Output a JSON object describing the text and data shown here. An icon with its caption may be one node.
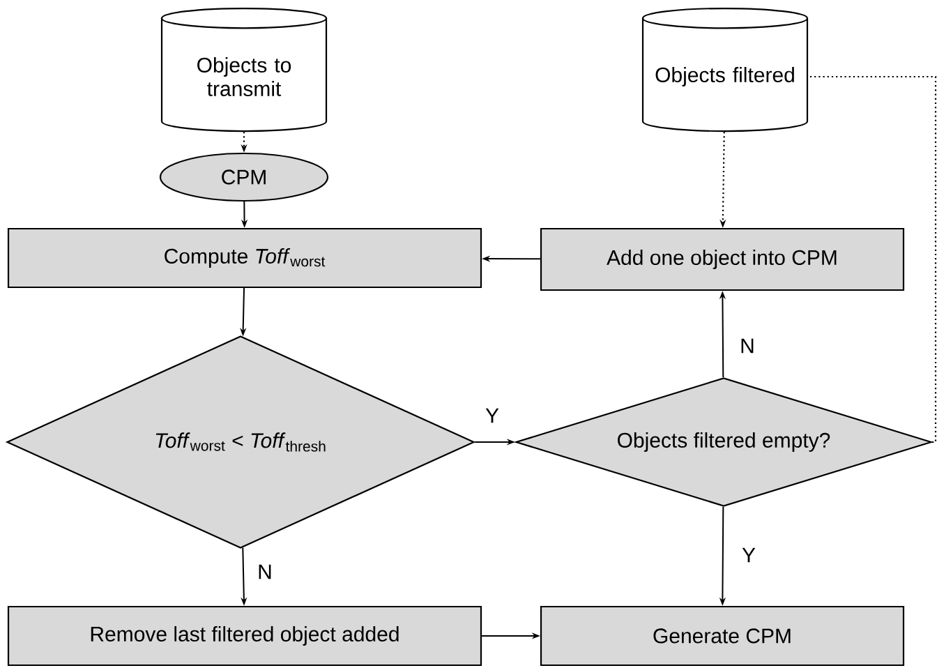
{
  "diagram": {
    "nodes": [
      {
        "text": [
          "Objects to transmit"
        ]
      },
      {
        "text": [
          "Objects filtered"
        ]
      },
      {
        "text": [
          "CPM"
        ]
      },
      {
        "text": [
          "Compute *Toff*$_{worst}$"
        ]
      },
      {
        "text": [
          "Add one object into CPM"
        ]
      },
      {
        "text": [
          "*Toff*$_{worst}$ < *Toff*$_{thresh}$"
        ]
      },
      {
        "text": [
          "Objects filtered empty?"
        ]
      },
      {
        "text": [
          "Remove last filtered object added"
        ]
      },
      {
        "text": [
          "Generate CPM"
        ]
      }
    ],
    "edges": [
      {
        "from": 0,
        "to": 2,
        "arrow": "to",
        "style": "dashed"
      },
      {
        "from": 2,
        "to": 3,
        "arrow": "to"
      },
      {
        "from": 1,
        "to": 4,
        "arrow": "to",
        "style": "dashed"
      },
      {
        "from": 4,
        "to": 3,
        "arrow": "to"
      },
      {
        "from": 3,
        "to": 5,
        "arrow": "to"
      },
      {
        "from": 5,
        "to": 6,
        "arrow": "to",
        "label": "Y"
      },
      {
        "from": 6,
        "to": 4,
        "arrow": "to",
        "label": "N"
      },
      {
        "from": 6,
        "to": 8,
        "arrow": "to",
        "label": "Y"
      },
      {
        "from": 5,
        "to": 7,
        "arrow": "to",
        "label": "N"
      },
      {
        "from": 7,
        "to": 8,
        "arrow": "to"
      },
      {
        "from": 6,
        "to": 1,
        "arrow": "none",
        "style": "dashed"
      }
    ]
  }
}
